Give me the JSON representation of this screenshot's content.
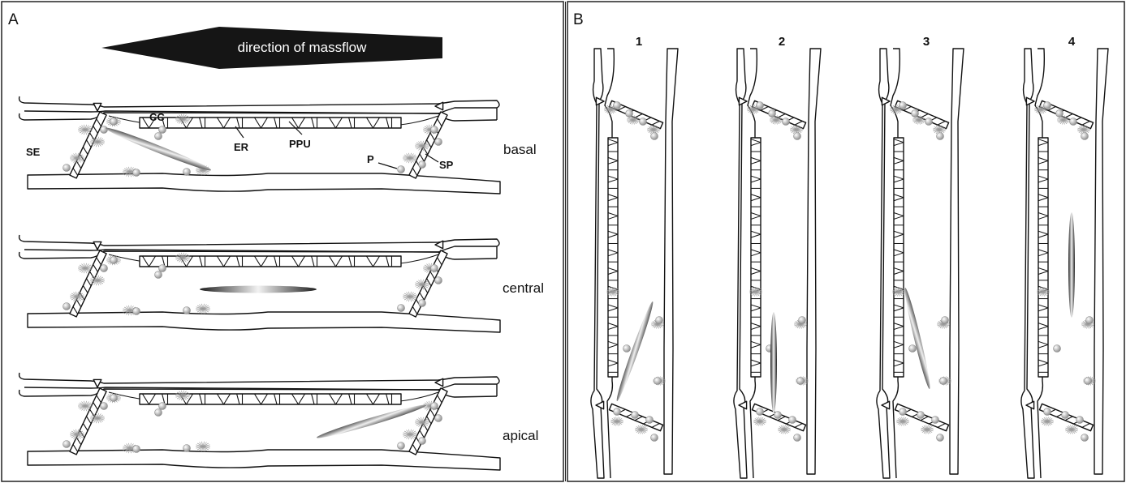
{
  "panels": {
    "a": {
      "letter": "A"
    },
    "b": {
      "letter": "B"
    }
  },
  "arrow": {
    "label": "direction of massflow"
  },
  "labels": {
    "cc": "CC",
    "se": "SE",
    "er": "ER",
    "ppu": "PPU",
    "p": "P",
    "sp": "SP"
  },
  "sections": [
    {
      "position": "basal"
    },
    {
      "position": "central"
    },
    {
      "position": "apical"
    }
  ],
  "stages": [
    "1",
    "2",
    "3",
    "4"
  ]
}
